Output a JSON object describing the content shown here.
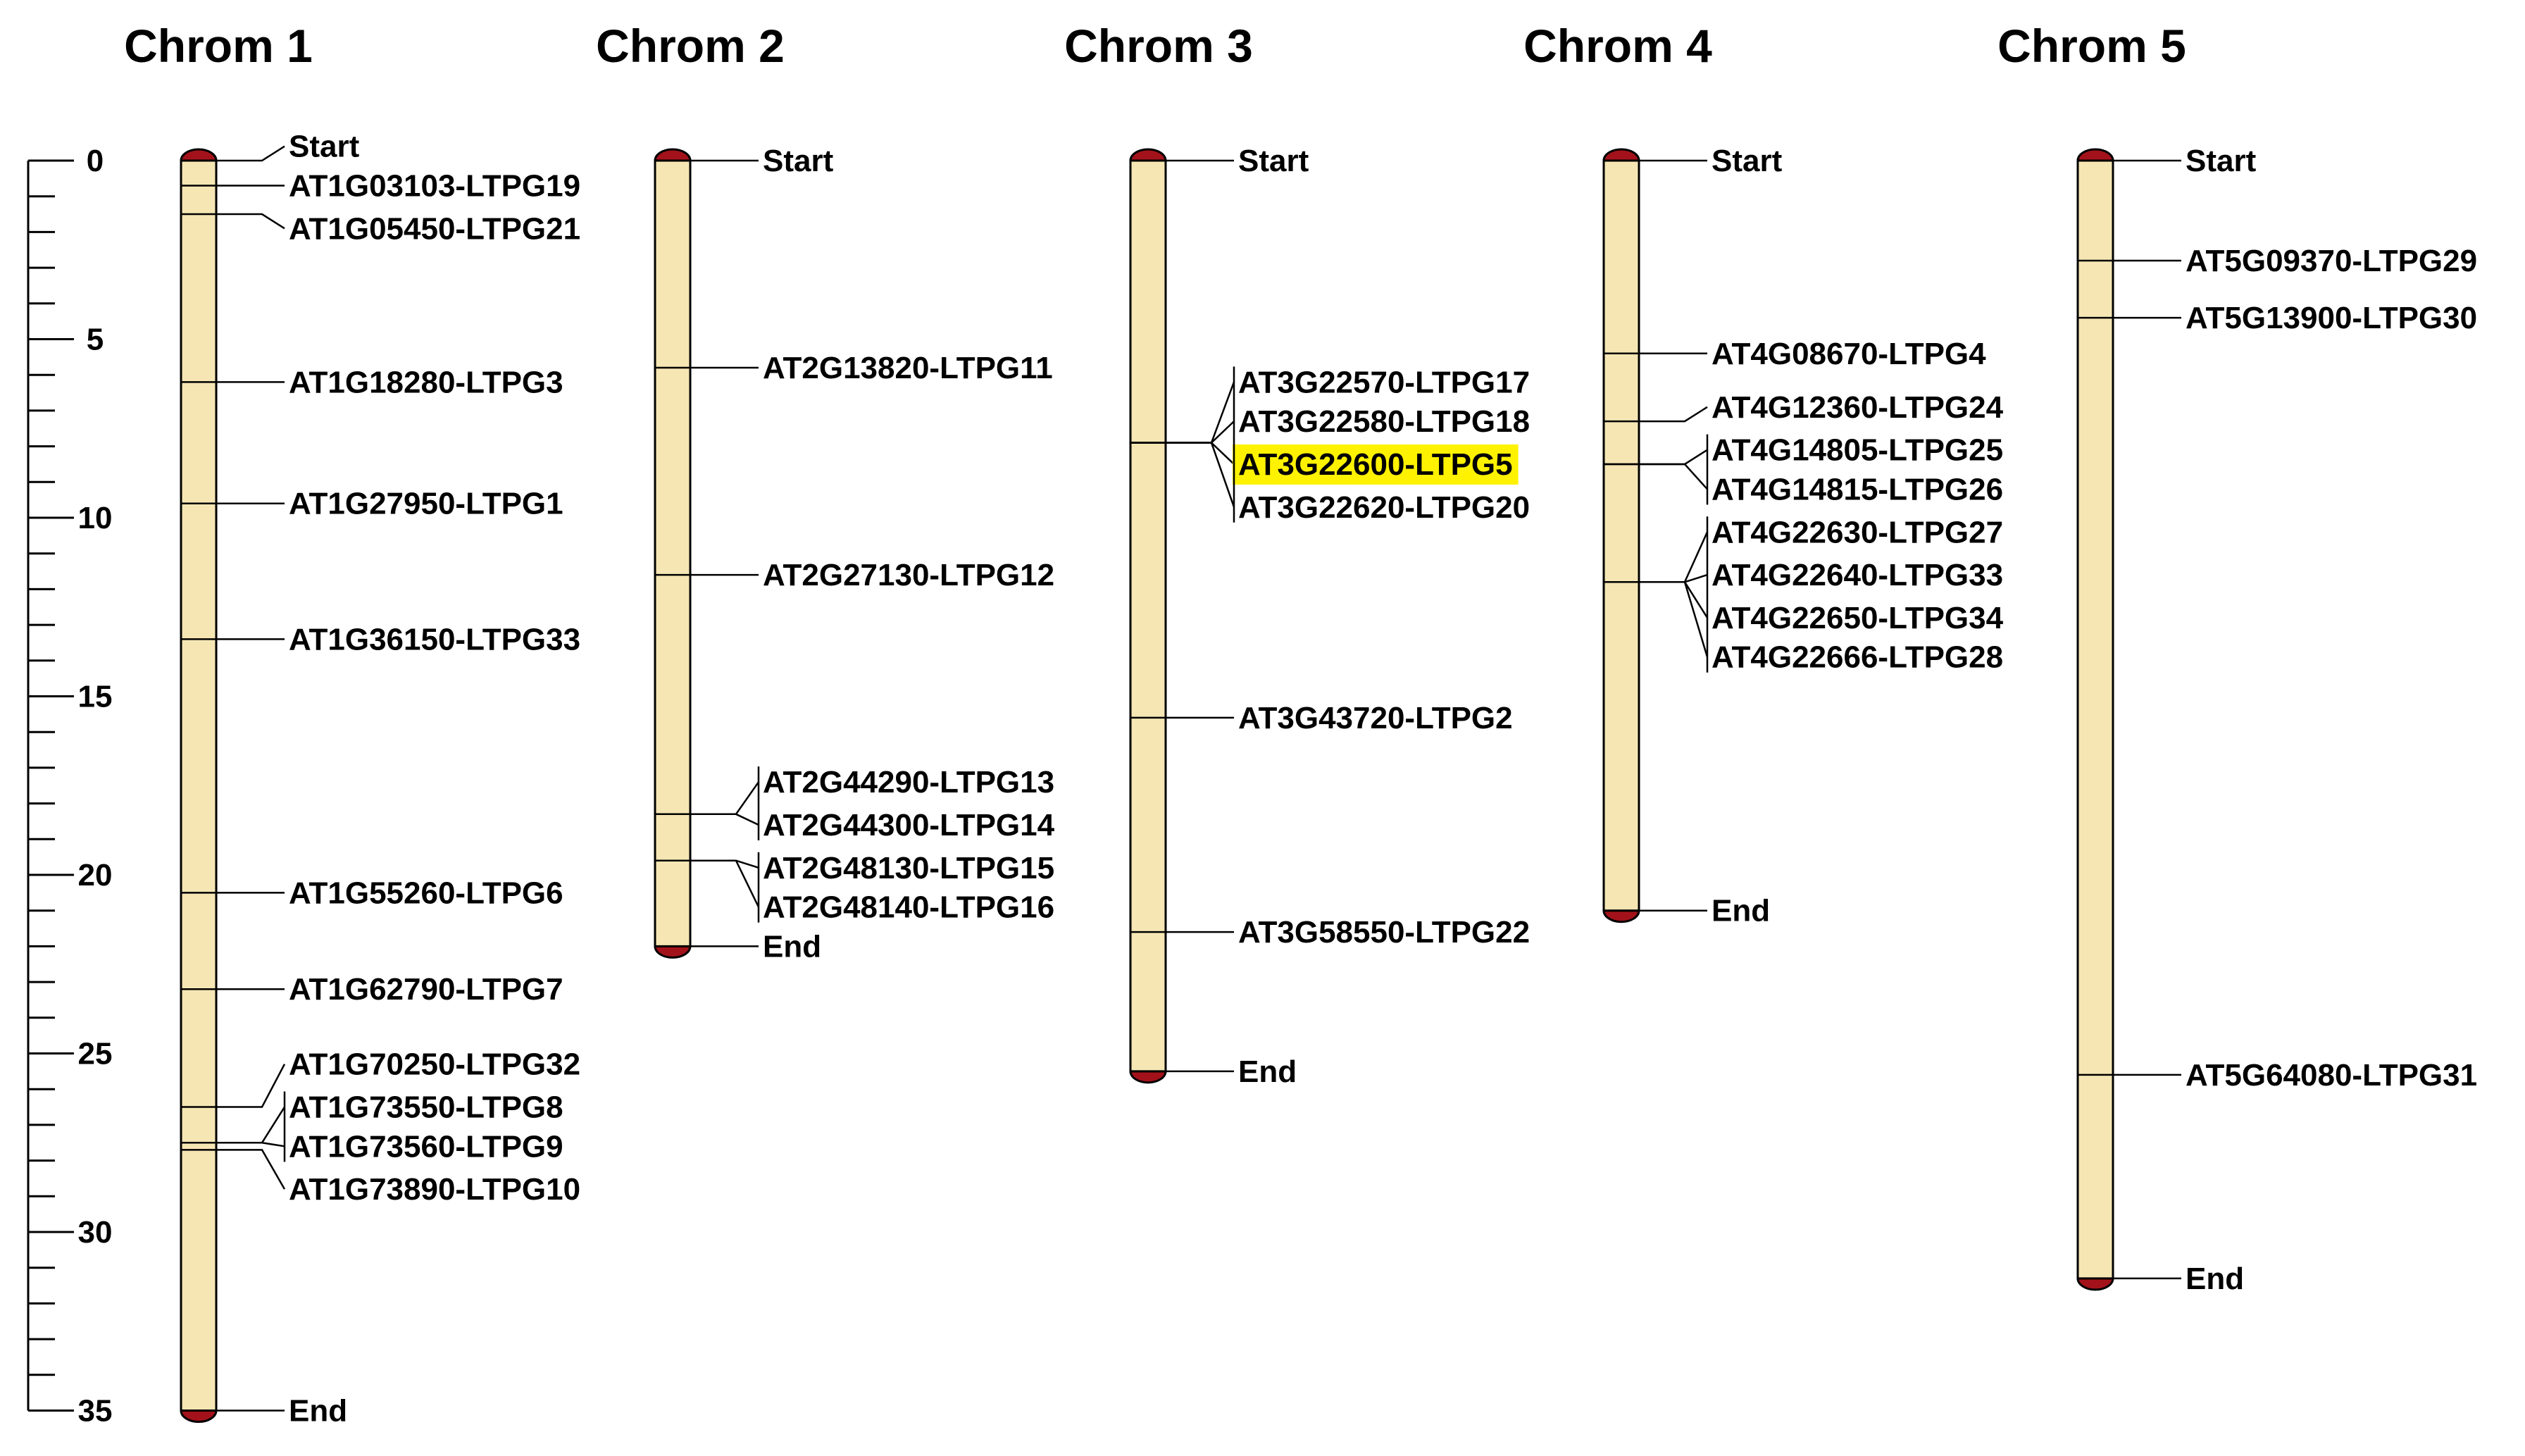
{
  "colors": {
    "chromosome_fill": "#F5E6B4",
    "telomere": "#A3121A",
    "highlight": "#FFF200",
    "line": "#000000"
  },
  "scale": {
    "ticks": [
      "0",
      "5",
      "10",
      "15",
      "20",
      "25",
      "30",
      "35"
    ]
  },
  "chromosomes": [
    {
      "title": "Chrom 1",
      "length": 35,
      "markers": [
        {
          "pos": 0,
          "label": "Start",
          "label_y": -0.4
        },
        {
          "pos": 0.7,
          "label": "AT1G03103-LTPG19",
          "label_y": 0.7
        },
        {
          "pos": 1.5,
          "label": "AT1G05450-LTPG21",
          "label_y": 1.9
        },
        {
          "pos": 6.2,
          "label": "AT1G18280-LTPG3",
          "label_y": 6.2
        },
        {
          "pos": 9.6,
          "label": "AT1G27950-LTPG1",
          "label_y": 9.6
        },
        {
          "pos": 13.4,
          "label": "AT1G36150-LTPG33",
          "label_y": 13.4
        },
        {
          "pos": 20.5,
          "label": "AT1G55260-LTPG6",
          "label_y": 20.5
        },
        {
          "pos": 23.2,
          "label": "AT1G62790-LTPG7",
          "label_y": 23.2
        },
        {
          "pos": 26.5,
          "label": "AT1G70250-LTPG32",
          "label_y": 25.3
        },
        {
          "pos": 27.5,
          "label": "AT1G73550-LTPG8",
          "label_y": 26.5
        },
        {
          "pos": 27.5,
          "label": "AT1G73560-LTPG9",
          "label_y": 27.6
        },
        {
          "pos": 27.7,
          "label": "AT1G73890-LTPG10",
          "label_y": 28.8
        },
        {
          "pos": 35,
          "label": "End",
          "label_y": 35
        }
      ]
    },
    {
      "title": "Chrom 2",
      "length": 22,
      "markers": [
        {
          "pos": 0,
          "label": "Start",
          "label_y": 0
        },
        {
          "pos": 5.8,
          "label": "AT2G13820-LTPG11",
          "label_y": 5.8
        },
        {
          "pos": 11.6,
          "label": "AT2G27130-LTPG12",
          "label_y": 11.6
        },
        {
          "pos": 18.3,
          "label": "AT2G44290-LTPG13",
          "label_y": 17.4
        },
        {
          "pos": 18.3,
          "label": "AT2G44300-LTPG14",
          "label_y": 18.6
        },
        {
          "pos": 19.6,
          "label": "AT2G48130-LTPG15",
          "label_y": 19.8
        },
        {
          "pos": 19.6,
          "label": "AT2G48140-LTPG16",
          "label_y": 20.9
        },
        {
          "pos": 22,
          "label": "End",
          "label_y": 22
        }
      ]
    },
    {
      "title": "Chrom 3",
      "length": 25.5,
      "markers": [
        {
          "pos": 0,
          "label": "Start",
          "label_y": 0
        },
        {
          "pos": 7.9,
          "label": "AT3G22570-LTPG17",
          "label_y": 6.2
        },
        {
          "pos": 7.9,
          "label": "AT3G22580-LTPG18",
          "label_y": 7.3
        },
        {
          "pos": 7.9,
          "label": "AT3G22600-LTPG5",
          "label_y": 8.5,
          "highlight": true
        },
        {
          "pos": 7.9,
          "label": "AT3G22620-LTPG20",
          "label_y": 9.7
        },
        {
          "pos": 15.6,
          "label": "AT3G43720-LTPG2",
          "label_y": 15.6
        },
        {
          "pos": 21.6,
          "label": "AT3G58550-LTPG22",
          "label_y": 21.6
        },
        {
          "pos": 25.5,
          "label": "End",
          "label_y": 25.5
        }
      ]
    },
    {
      "title": "Chrom 4",
      "length": 21,
      "markers": [
        {
          "pos": 0,
          "label": "Start",
          "label_y": 0
        },
        {
          "pos": 5.4,
          "label": "AT4G08670-LTPG4",
          "label_y": 5.4
        },
        {
          "pos": 7.3,
          "label": "AT4G12360-LTPG24",
          "label_y": 6.9
        },
        {
          "pos": 8.5,
          "label": "AT4G14805-LTPG25",
          "label_y": 8.1
        },
        {
          "pos": 8.5,
          "label": "AT4G14815-LTPG26",
          "label_y": 9.2
        },
        {
          "pos": 11.8,
          "label": "AT4G22630-LTPG27",
          "label_y": 10.4
        },
        {
          "pos": 11.8,
          "label": "AT4G22640-LTPG33",
          "label_y": 11.6
        },
        {
          "pos": 11.8,
          "label": "AT4G22650-LTPG34",
          "label_y": 12.8
        },
        {
          "pos": 11.8,
          "label": "AT4G22666-LTPG28",
          "label_y": 13.9
        },
        {
          "pos": 21,
          "label": "End",
          "label_y": 21
        }
      ]
    },
    {
      "title": "Chrom 5",
      "length": 31.3,
      "markers": [
        {
          "pos": 0,
          "label": "Start",
          "label_y": 0
        },
        {
          "pos": 2.8,
          "label": "AT5G09370-LTPG29",
          "label_y": 2.8
        },
        {
          "pos": 4.4,
          "label": "AT5G13900-LTPG30",
          "label_y": 4.4
        },
        {
          "pos": 25.6,
          "label": "AT5G64080-LTPG31",
          "label_y": 25.6
        },
        {
          "pos": 31.3,
          "label": "End",
          "label_y": 31.3
        }
      ]
    }
  ]
}
